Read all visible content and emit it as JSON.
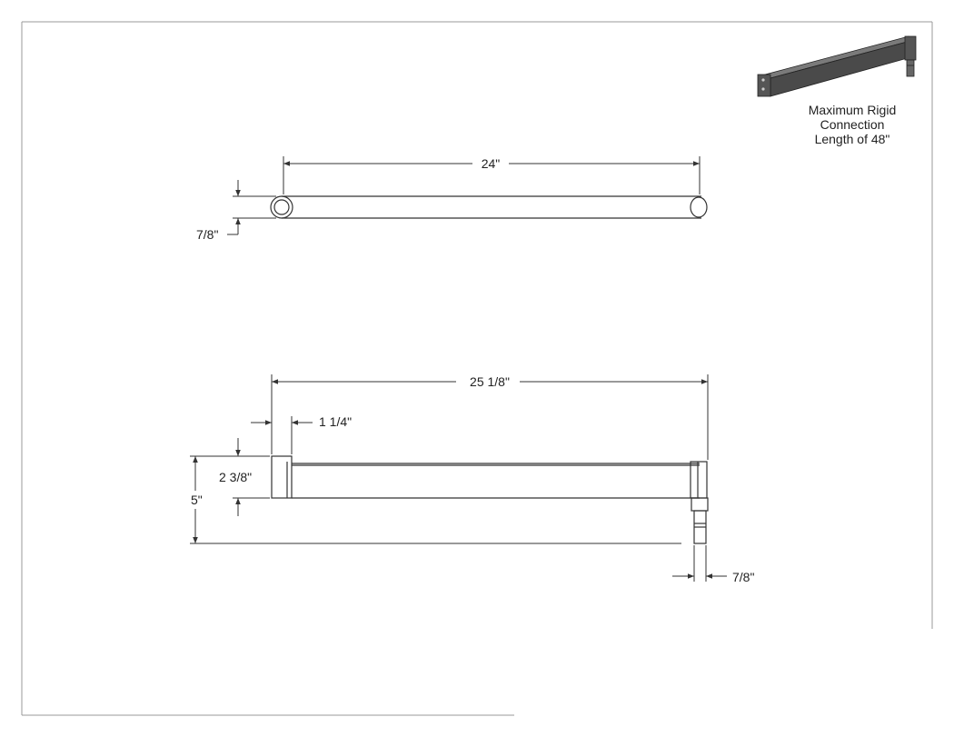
{
  "drawing": {
    "top_view": {
      "length_label": "24\"",
      "diameter_label": "7/8\""
    },
    "side_view": {
      "length_label": "25 1/8\"",
      "offset_label": "1 1/4\"",
      "bar_height_label": "2 3/8\"",
      "total_height_label": "5\"",
      "pin_width_label": "7/8\""
    },
    "inset": {
      "caption_lines": [
        "Maximum Rigid",
        "Connection",
        "Length of 48\""
      ]
    }
  },
  "colors": {
    "line": "#333333",
    "bar_body": "#4a4a4a",
    "bar_top": "#6e6e6e",
    "frame": "#9a9a9a"
  }
}
